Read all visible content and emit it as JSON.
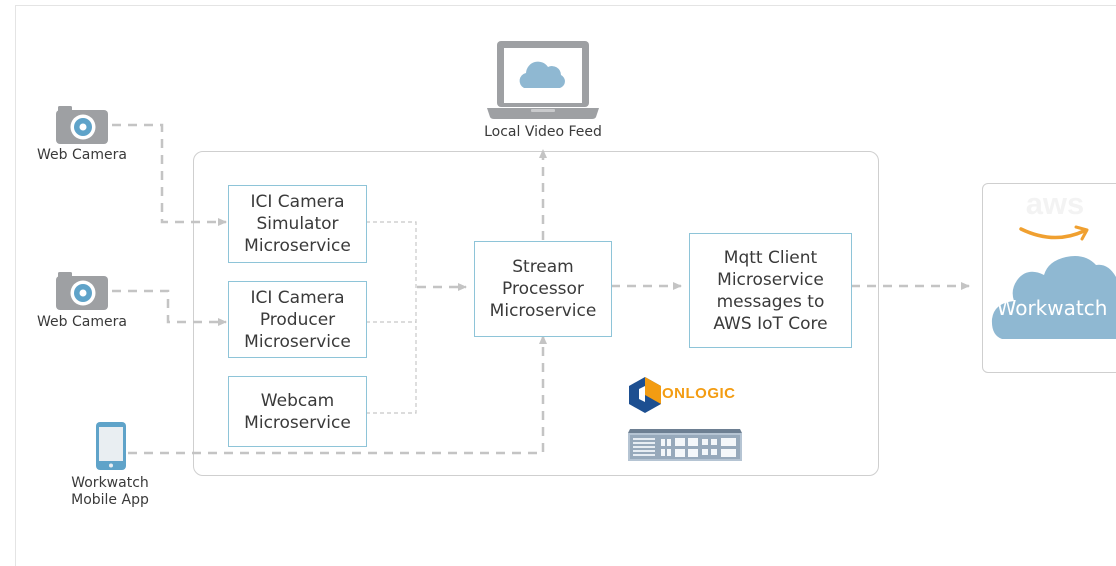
{
  "nodes": {
    "web_camera_1": "Web Camera",
    "web_camera_2": "Web Camera",
    "mobile_app": "Workwatch\nMobile App",
    "local_video_feed": "Local Video Feed",
    "ici_simulator": "ICI Camera\nSimulator\nMicroservice",
    "ici_producer": "ICI Camera\nProducer\nMicroservice",
    "webcam_ms": "Webcam\nMicroservice",
    "stream_processor": "Stream\nProcessor\nMicroservice",
    "mqtt_client": "Mqtt Client\nMicroservice\nmessages to\nAWS IoT Core",
    "workwatch_cloud": "Workwatch",
    "onlogic_brand": "ONLOGIC",
    "aws_brand": "aws"
  },
  "colors": {
    "camera_gray": "#9ea0a3",
    "camera_accent": "#5fa3c9",
    "cloud_blue": "#8fb8d2",
    "box_border": "#8ec4d8",
    "arrow_gray": "#c4c4c4",
    "onlogic_orange": "#f39c12",
    "onlogic_blue": "#1d4f91",
    "aws_orange": "#f0a030"
  },
  "icons": [
    "camera-icon",
    "smartphone-icon",
    "laptop-cloud-icon",
    "onlogic-logo",
    "industrial-pc-icon",
    "aws-logo",
    "cloud-icon"
  ]
}
